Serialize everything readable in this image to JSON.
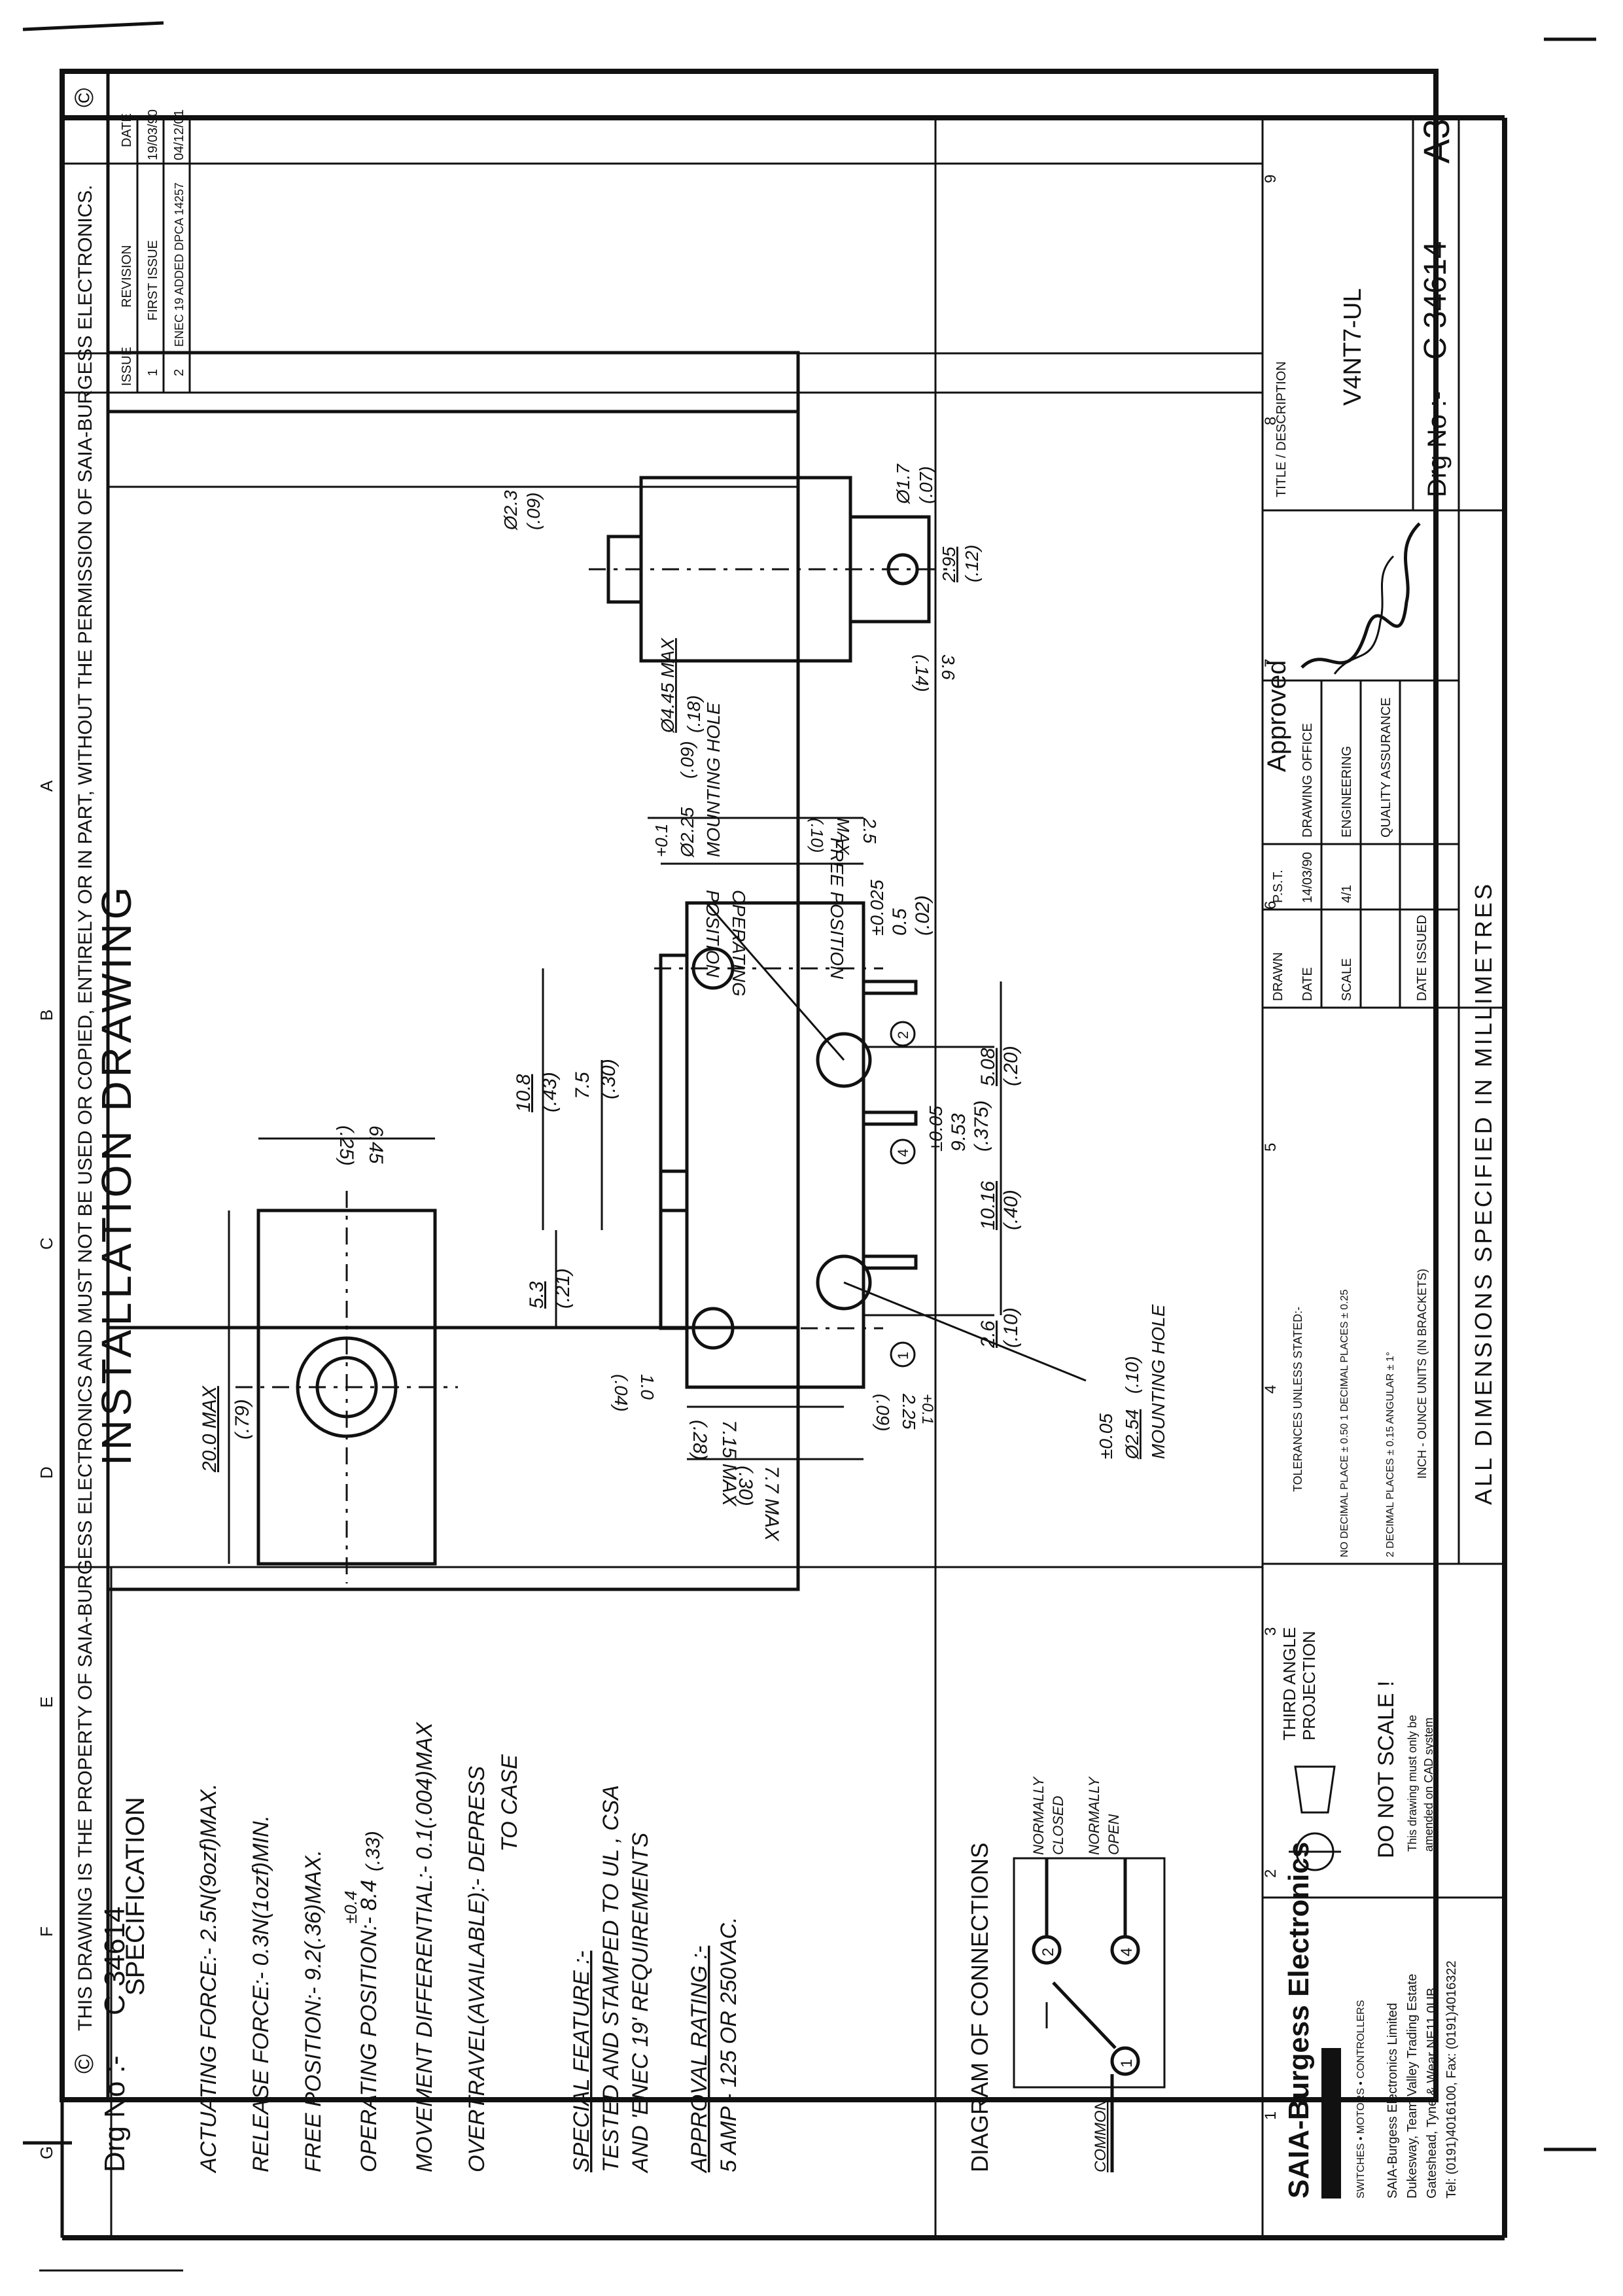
{
  "banner": "THIS DRAWING IS THE PROPERTY OF SAIA-BURGESS ELECTRONICS AND MUST NOT BE USED OR COPIED, ENTIRELY OR IN PART, WITHOUT THE PERMISSION OF SAIA-BURGESS ELECTRONICS.",
  "copyright_glyph": "©",
  "drawing_title": "INSTALLATION DRAWING",
  "drg_no_label": "Drg No :-",
  "drg_no": "C 34614",
  "specification": {
    "heading": "SPECIFICATION",
    "lines": [
      "ACTUATING FORCE:- 2.5N(9ozf)MAX.",
      "RELEASE FORCE:- 0.3N(1ozf)MIN.",
      "FREE POSITION:- 9.2(.36)MAX.",
      "OPERATING POSITION:- 8.4",
      "MOVEMENT DIFFERENTIAL:- 0.1(.004)MAX",
      "OVERTRAVEL(AVAILABLE):- DEPRESS",
      "TO CASE"
    ],
    "op_tol": "±0.4",
    "op_inch": "(.33)",
    "feature_heading": "SPECIAL FEATURE :-",
    "feature_lines": [
      "TESTED AND STAMPED TO UL , CSA",
      "AND 'ENEC 19' REQUIREMENTS"
    ],
    "approval_heading": "APPROVAL RATING :-",
    "approval_line": "5 AMP - 125 OR 250VAC."
  },
  "connections": {
    "heading": "DIAGRAM OF CONNECTIONS",
    "common": "COMMON",
    "nc1": "NORMALLY",
    "nc2": "CLOSED",
    "no1": "NORMALLY",
    "no2": "OPEN",
    "t1": "1",
    "t2": "2",
    "t4": "4"
  },
  "revisions": {
    "headers": [
      "ISSUE",
      "REVISION",
      "DATE"
    ],
    "rows": [
      {
        "issue": "1",
        "revision": "FIRST ISSUE",
        "date": "19/03/90"
      },
      {
        "issue": "2",
        "revision": "ENEC 19 ADDED DPCA 14257",
        "date": "04/12/01"
      }
    ]
  },
  "zones_columns": [
    "1",
    "2",
    "3",
    "4",
    "5",
    "6",
    "7",
    "8",
    "9"
  ],
  "zones_rows": [
    "G",
    "F",
    "E",
    "D",
    "C",
    "B",
    "A"
  ],
  "dimensions": {
    "top_len": "20.0 MAX",
    "top_len_in": "(.79)",
    "top_w": "6.45",
    "top_w_in": "(.25)",
    "body_h": "7.7 MAX",
    "body_h_in": "(.30)",
    "body_h2": "7.15 MAX",
    "body_h2_in": "(.28)",
    "d10": "1.0",
    "d10_in": "(.04)",
    "d225": "2.25",
    "d225_tol": "+0.1",
    "d225_in": "(.09)",
    "d53": "5.3",
    "d53_in": "(.21)",
    "d108": "10.8",
    "d108_in": "(.43)",
    "d75": "7.5",
    "d75_in": "(.30)",
    "d26": "2.6",
    "d26_in": "(.10)",
    "d1016": "10.16",
    "d1016_in": "(.40)",
    "d953_tol": "±0.05",
    "d953": "9.53",
    "d953_in": "(.375)",
    "d508": "5.08",
    "d508_in": "(.20)",
    "d05_tol": "±0.025",
    "d05": "0.5",
    "d05_in": "(.02)",
    "hole_left_tol": "±0.05",
    "hole_left": "Ø2.54",
    "hole_left_in": "(.10)",
    "hole_left_lbl": "MOUNTING HOLE",
    "hole_right_tol": "+0.1",
    "hole_right": "Ø2.25",
    "hole_right_in": "(.09)",
    "hole_right_lbl": "MOUNTING HOLE",
    "op_pos1": "OPERATING",
    "op_pos2": "POSITION",
    "free_pos": "FREE POSITION",
    "d25": "2.5",
    "d25_max": "MAX",
    "d25_in": "(.10)",
    "side_d23": "Ø2.3",
    "side_d23_in": "(.09)",
    "side_d445": "Ø4.45 MAX",
    "side_d445_in": "(.18)",
    "side_36": "3.6",
    "side_36_in": "(.14)",
    "side_295": "2.95",
    "side_295_in": "(.12)",
    "side_17": "Ø1.7",
    "side_17_in": "(.07)",
    "term1": "1",
    "term2": "2",
    "term4": "4"
  },
  "company": {
    "name": "SAIA-Burgess Electronics",
    "tagline": "SWITCHES • MOTORS • CONTROLLERS",
    "addr1": "SAIA-Burgess Electronics Limited",
    "addr2": "Dukesway, Team Valley Trading Estate",
    "addr3": "Gateshead, Tyne & Wear NE11 0UB",
    "addr4": "Tel: (0191)4016100, Fax: (0191)4016322"
  },
  "projection": "THIRD ANGLE",
  "projection2": "PROJECTION",
  "do_not_scale": "DO NOT SCALE !",
  "scale_note1": "This drawing must only be",
  "scale_note2": "amended on CAD system",
  "tolerances": {
    "title": "TOLERANCES UNLESS STATED:-",
    "line1": "NO DECIMAL PLACE ± 0.50   1 DECIMAL PLACES ± 0.25",
    "line2": "2 DECIMAL PLACES ± 0.15        ANGULAR ± 1°",
    "line3": "INCH - OUNCE UNITS (IN BRACKETS)"
  },
  "titleblock": {
    "drawn": "DRAWN",
    "drawn_by": "P.S.T.",
    "date": "DATE",
    "date_val": "14/03/90",
    "scale": "SCALE",
    "scale_val": "4/1",
    "date_issued": "DATE ISSUED",
    "approved": "Approved",
    "drawing_office": "DRAWING OFFICE",
    "engineering": "ENGINEERING",
    "quality": "QUALITY ASSURANCE",
    "title_desc": "TITLE / DESCRIPTION",
    "part": "V4NT7-UL",
    "all_dims": "ALL    DIMENSIONS    SPECIFIED    IN    MILLIMETRES",
    "size": "A3"
  }
}
